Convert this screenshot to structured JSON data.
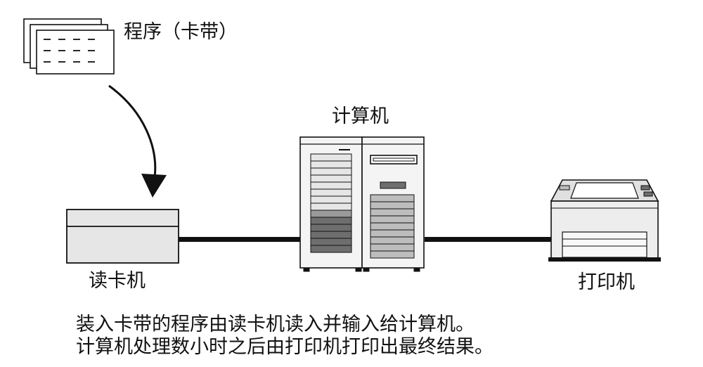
{
  "labels": {
    "program": "程序（卡带）",
    "computer": "计算机",
    "card_reader": "读卡机",
    "printer": "打印机"
  },
  "caption": {
    "line1": "装入卡带的程序由读卡机读入并输入给计算机。",
    "line2": "计算机处理数小时之后由打印机打印出最终结果。"
  },
  "colors": {
    "ink": "#111111",
    "light_panel": "#e6e6e6",
    "mid_panel": "#bdbdbd",
    "dark_panel": "#6e6e6e"
  }
}
